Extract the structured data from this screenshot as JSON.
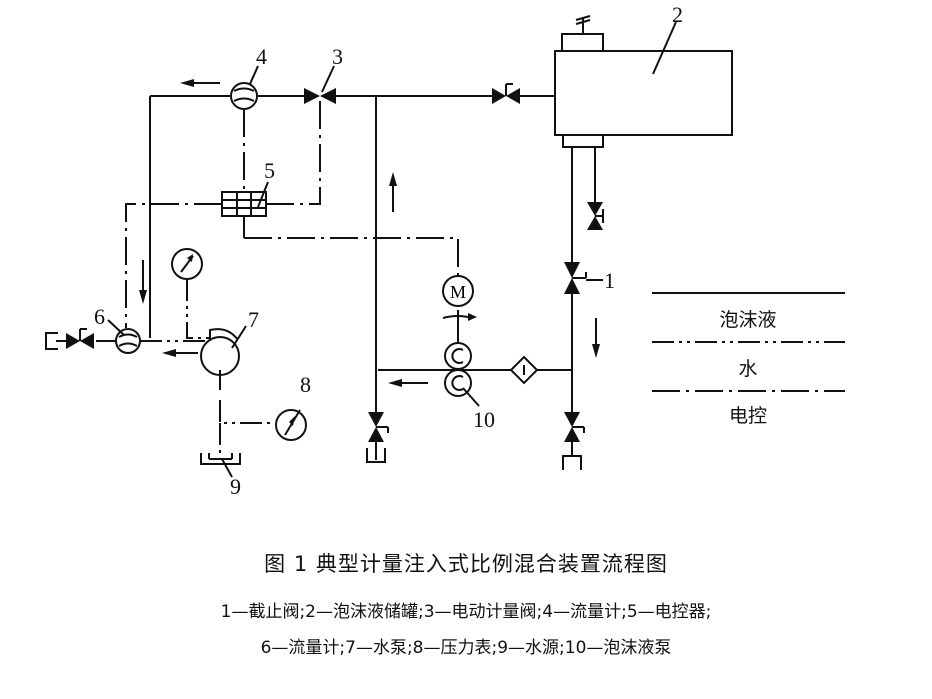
{
  "figure": {
    "title": "图 1   典型计量注入式比例混合装置流程图",
    "legend_notes_line1": "1—截止阀;2—泡沫液储罐;3—电动计量阀;4—流量计;5—电控器;",
    "legend_notes_line2": "6—流量计;7—水泵;8—压力表;9—水源;10—泡沫液泵"
  },
  "components": [
    {
      "id": "1",
      "name": "截止阀"
    },
    {
      "id": "2",
      "name": "泡沫液储罐"
    },
    {
      "id": "3",
      "name": "电动计量阀"
    },
    {
      "id": "4",
      "name": "流量计"
    },
    {
      "id": "5",
      "name": "电控器"
    },
    {
      "id": "6",
      "name": "流量计"
    },
    {
      "id": "7",
      "name": "水泵"
    },
    {
      "id": "8",
      "name": "压力表"
    },
    {
      "id": "9",
      "name": "水源"
    },
    {
      "id": "10",
      "name": "泡沫液泵"
    }
  ],
  "labels": {
    "n1": "1",
    "n2": "2",
    "n3": "3",
    "n4": "4",
    "n5": "5",
    "n6": "6",
    "n7": "7",
    "n8": "8",
    "n9": "9",
    "n10": "10",
    "motor": "M"
  },
  "line_legend": [
    {
      "style": "solid",
      "label": "泡沫液"
    },
    {
      "style": "dash-double-dot",
      "label": "水"
    },
    {
      "style": "dash-dot",
      "label": "电控"
    }
  ]
}
